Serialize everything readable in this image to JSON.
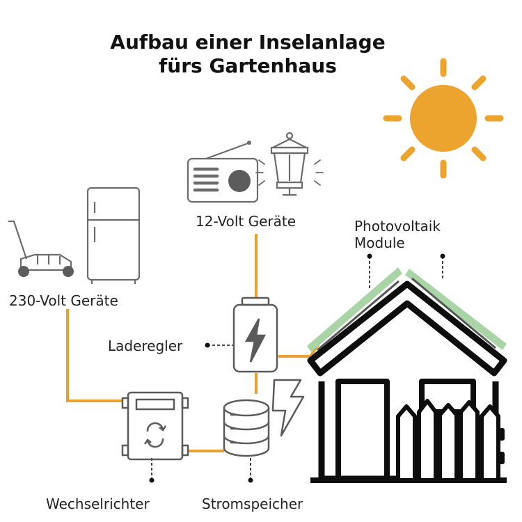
{
  "title": {
    "line1": "Aufbau einer Inselanlage",
    "line2": "fürs Gartenhaus"
  },
  "labels": {
    "volt12": "12-Volt Geräte",
    "volt230": "230-Volt Geräte",
    "pv_line1": "Photovoltaik",
    "pv_line2": "Module",
    "charge_controller": "Laderegler",
    "inverter": "Wechselrichter",
    "storage": "Stromspeicher"
  },
  "colors": {
    "wire": "#E8A02E",
    "sun": "#EDA42F",
    "panel": "#A9D4A6",
    "icon_stroke": "#6b6b6b",
    "house_stroke": "#0d0d0d"
  },
  "icons": [
    "sun-icon",
    "radio-icon",
    "lantern-icon",
    "fridge-icon",
    "lawnmower-icon",
    "battery-icon",
    "inverter-icon",
    "storage-icon",
    "lightning-icon",
    "house-icon",
    "fence-icon"
  ]
}
